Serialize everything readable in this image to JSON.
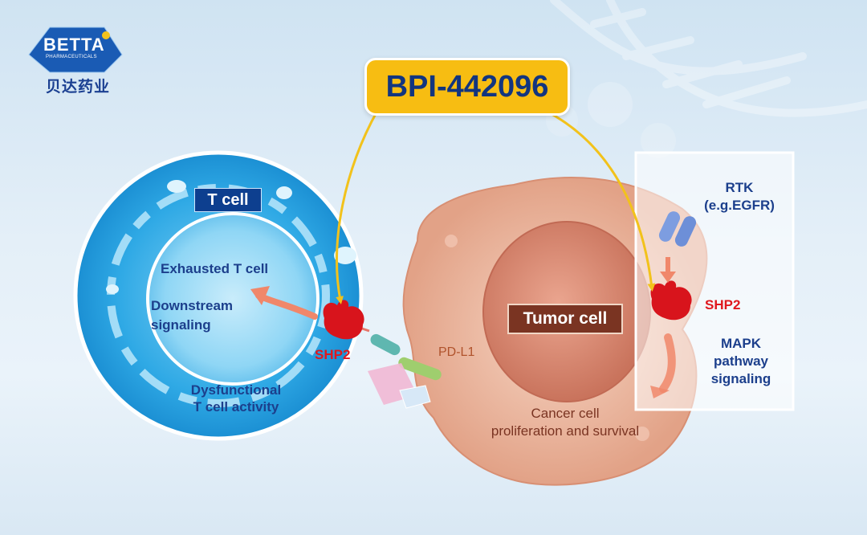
{
  "logo": {
    "brand": "BETTA",
    "subtitle": "PHARMACEUTICALS",
    "chinese_name": "贝达药业"
  },
  "drug": {
    "name": "BPI-442096"
  },
  "t_cell": {
    "title": "T cell",
    "exhausted": "Exhausted T cell",
    "downstream_line1": "Downstream",
    "downstream_line2": "signaling",
    "shp2": "SHP2",
    "dysfunctional_line1": "Dysfunctional",
    "dysfunctional_line2": "T cell activity"
  },
  "tumor_cell": {
    "title": "Tumor cell",
    "pdl1": "PD-L1",
    "cancer_line1": "Cancer cell",
    "cancer_line2": "proliferation and survival"
  },
  "rtk_panel": {
    "rtk_line1": "RTK",
    "rtk_line2": "(e.g.EGFR)",
    "shp2": "SHP2",
    "mapk_line1": "MAPK",
    "mapk_line2": "pathway",
    "mapk_line3": "signaling"
  },
  "colors": {
    "drug_box": "#f7bd12",
    "title_blue": "#12357f",
    "shp2_red": "#d8141c",
    "t_cell_blue": "#2aa6e3",
    "tumor_salmon": "#e4a48c",
    "tumor_title": "#7a3422",
    "arrow_yellow": "#f2c21b"
  }
}
